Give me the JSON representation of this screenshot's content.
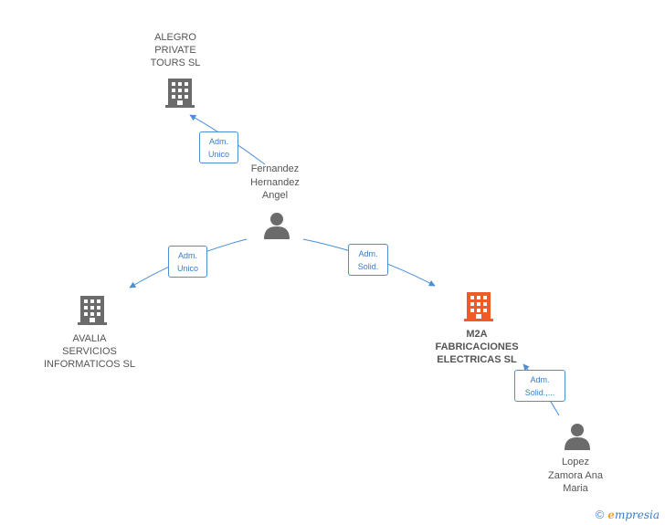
{
  "colors": {
    "edge": "#4a8fd8",
    "company": "#6b6b6b",
    "focus_company": "#f05a28",
    "person": "#6b6b6b"
  },
  "nodes": {
    "alegro": {
      "label": "ALEGRO\nPRIVATE\nTOURS SL",
      "icon": "building-icon"
    },
    "fernandez": {
      "label": "Fernandez\nHernandez\nAngel",
      "icon": "person-icon"
    },
    "avalia": {
      "label": "AVALIA\nSERVICIOS\nINFORMATICOS SL",
      "icon": "building-icon"
    },
    "m2a": {
      "label": "M2A\nFABRICACIONES\nELECTRICAS SL",
      "icon": "building-icon"
    },
    "lopez": {
      "label": "Lopez\nZamora Ana\nMaria",
      "icon": "person-icon"
    }
  },
  "edges": {
    "to_alegro": "Adm.\nUnico",
    "to_avalia": "Adm.\nUnico",
    "to_m2a": "Adm.\nSolid.",
    "lopez_to_m2a": "Adm.\nSolid.,..."
  },
  "footer": {
    "copyright_symbol": "©",
    "brand_initial": "e",
    "brand_rest": "mpresia"
  }
}
